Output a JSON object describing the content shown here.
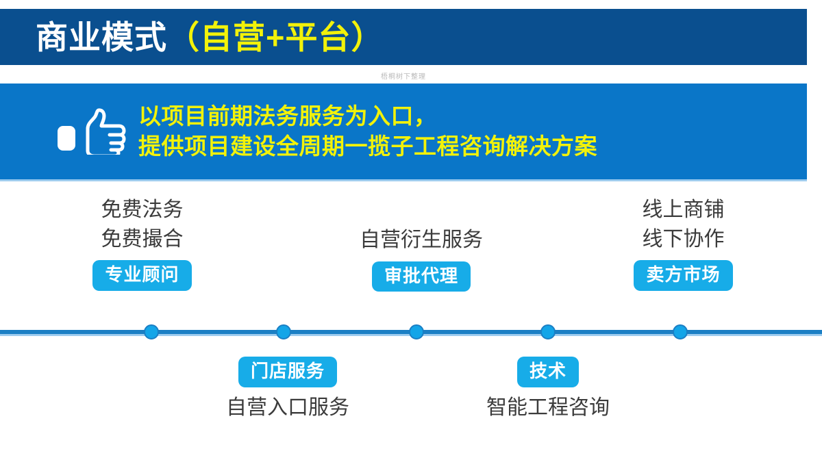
{
  "slide": {
    "title": {
      "main": "商业模式",
      "highlight": "（自营+平台）"
    },
    "watermark": "梧桐树下整理",
    "banner": {
      "icon": "thumbs-up-icon",
      "line1": "以项目前期法务服务为入口，",
      "line2": "提供项目建设全周期一揽子工程咨询解决方案"
    },
    "colors": {
      "title_bar": "#0A4F8F",
      "title_text": "#FFFFFF",
      "title_highlight": "#F2F20A",
      "banner_bg": "#0A76C8",
      "banner_text": "#F2F20A",
      "pill_bg": "#17ACE8",
      "pill_text": "#FFFFFF",
      "timeline": "#1B7FC4",
      "dot": "#13A5E8",
      "plain_text": "#3B3B3B"
    },
    "upper_groups": [
      {
        "lines": [
          "免费法务",
          "免费撮合"
        ],
        "pill": "专业顾问"
      },
      {
        "lines": [
          "自营衍生服务"
        ],
        "pill": "审批代理"
      },
      {
        "lines": [
          "线上商铺",
          "线下协作"
        ],
        "pill": "卖方市场"
      }
    ],
    "lower_groups": [
      {
        "pill": "门店服务",
        "caption": "自营入口服务"
      },
      {
        "pill": "技术",
        "caption": "智能工程咨询"
      }
    ],
    "timeline": {
      "dot_count": 5,
      "dot_positions": [
        221,
        414,
        608,
        800,
        993
      ]
    }
  }
}
